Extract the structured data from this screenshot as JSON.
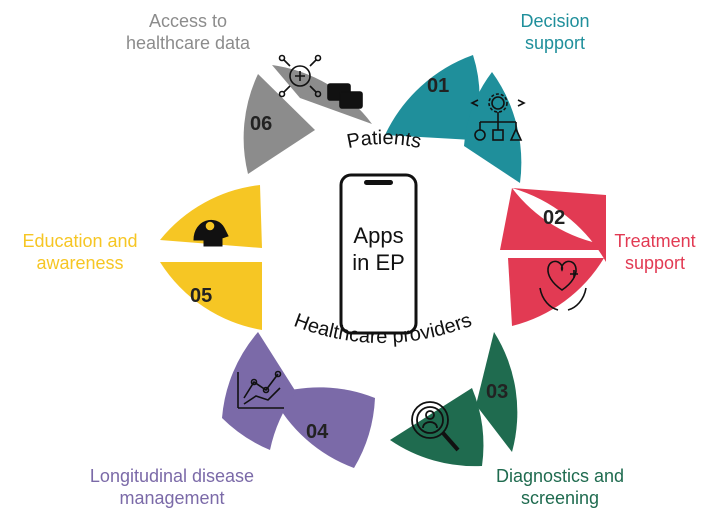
{
  "center": {
    "line1": "Apps",
    "line2": "in EP"
  },
  "arcs": {
    "top": "Patients",
    "bottom": "Healthcare providers"
  },
  "segments": [
    {
      "number": "01",
      "label_line1": "Decision",
      "label_line2": "support",
      "color": "#1f8f9b",
      "icon": "hierarchy-gear-icon"
    },
    {
      "number": "02",
      "label_line1": "Treatment",
      "label_line2": "support",
      "color": "#e23a53",
      "icon": "heart-in-hands-icon"
    },
    {
      "number": "03",
      "label_line1": "Diagnostics and",
      "label_line2": "screening",
      "color": "#1f6b4f",
      "icon": "magnifier-person-icon"
    },
    {
      "number": "04",
      "label_line1": "Longitudinal disease",
      "label_line2": "management",
      "color": "#7b6aa8",
      "icon": "line-chart-icon"
    },
    {
      "number": "05",
      "label_line1": "Education and",
      "label_line2": "awareness",
      "color": "#f6c624",
      "icon": "head-bulb-icon"
    },
    {
      "number": "06",
      "label_line1": "Access to",
      "label_line2": "healthcare data",
      "color": "#8c8c8c",
      "icon": "network-chat-icon"
    }
  ]
}
